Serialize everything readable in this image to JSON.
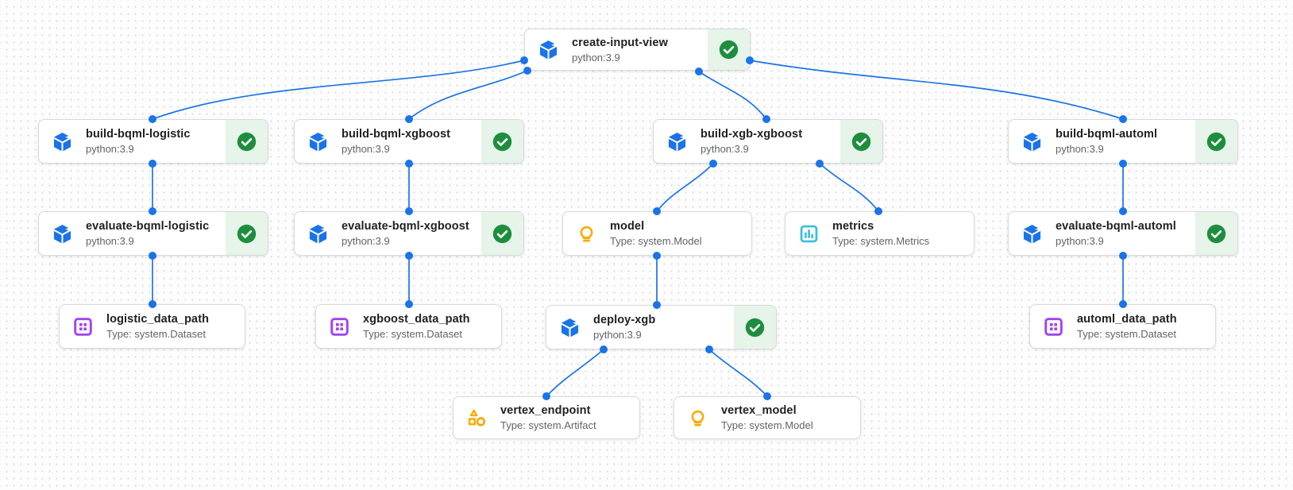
{
  "diagram": {
    "nodes": [
      {
        "id": "create-input-view",
        "kind": "execution",
        "title": "create-input-view",
        "subtitle": "python:3.9",
        "icon": "cube-icon",
        "status": "succeeded"
      },
      {
        "id": "build-bqml-logistic",
        "kind": "execution",
        "title": "build-bqml-logistic",
        "subtitle": "python:3.9",
        "icon": "cube-icon",
        "status": "succeeded"
      },
      {
        "id": "build-bqml-xgboost",
        "kind": "execution",
        "title": "build-bqml-xgboost",
        "subtitle": "python:3.9",
        "icon": "cube-icon",
        "status": "succeeded"
      },
      {
        "id": "build-xgb-xgboost",
        "kind": "execution",
        "title": "build-xgb-xgboost",
        "subtitle": "python:3.9",
        "icon": "cube-icon",
        "status": "succeeded"
      },
      {
        "id": "build-bqml-automl",
        "kind": "execution",
        "title": "build-bqml-automl",
        "subtitle": "python:3.9",
        "icon": "cube-icon",
        "status": "succeeded"
      },
      {
        "id": "evaluate-bqml-logistic",
        "kind": "execution",
        "title": "evaluate-bqml-logistic",
        "subtitle": "python:3.9",
        "icon": "cube-icon",
        "status": "succeeded"
      },
      {
        "id": "evaluate-bqml-xgboost",
        "kind": "execution",
        "title": "evaluate-bqml-xgboost",
        "subtitle": "python:3.9",
        "icon": "cube-icon",
        "status": "succeeded"
      },
      {
        "id": "model",
        "kind": "artifact",
        "title": "model",
        "subtitle": "Type: system.Model",
        "icon": "model-icon"
      },
      {
        "id": "metrics",
        "kind": "artifact",
        "title": "metrics",
        "subtitle": "Type: system.Metrics",
        "icon": "metrics-icon"
      },
      {
        "id": "evaluate-bqml-automl",
        "kind": "execution",
        "title": "evaluate-bqml-automl",
        "subtitle": "python:3.9",
        "icon": "cube-icon",
        "status": "succeeded"
      },
      {
        "id": "logistic_data_path",
        "kind": "artifact",
        "title": "logistic_data_path",
        "subtitle": "Type: system.Dataset",
        "icon": "dataset-icon"
      },
      {
        "id": "xgboost_data_path",
        "kind": "artifact",
        "title": "xgboost_data_path",
        "subtitle": "Type: system.Dataset",
        "icon": "dataset-icon"
      },
      {
        "id": "deploy-xgb",
        "kind": "execution",
        "title": "deploy-xgb",
        "subtitle": "python:3.9",
        "icon": "cube-icon",
        "status": "succeeded"
      },
      {
        "id": "automl_data_path",
        "kind": "artifact",
        "title": "automl_data_path",
        "subtitle": "Type: system.Dataset",
        "icon": "dataset-icon"
      },
      {
        "id": "vertex_endpoint",
        "kind": "artifact",
        "title": "vertex_endpoint",
        "subtitle": "Type: system.Artifact",
        "icon": "artifact-icon"
      },
      {
        "id": "vertex_model",
        "kind": "artifact",
        "title": "vertex_model",
        "subtitle": "Type: system.Model",
        "icon": "model-icon"
      }
    ],
    "edges": [
      {
        "from": "create-input-view",
        "to": "build-bqml-logistic"
      },
      {
        "from": "create-input-view",
        "to": "build-bqml-xgboost"
      },
      {
        "from": "create-input-view",
        "to": "build-xgb-xgboost"
      },
      {
        "from": "create-input-view",
        "to": "build-bqml-automl"
      },
      {
        "from": "build-bqml-logistic",
        "to": "evaluate-bqml-logistic"
      },
      {
        "from": "evaluate-bqml-logistic",
        "to": "logistic_data_path"
      },
      {
        "from": "build-bqml-xgboost",
        "to": "evaluate-bqml-xgboost"
      },
      {
        "from": "evaluate-bqml-xgboost",
        "to": "xgboost_data_path"
      },
      {
        "from": "build-xgb-xgboost",
        "to": "model"
      },
      {
        "from": "build-xgb-xgboost",
        "to": "metrics"
      },
      {
        "from": "model",
        "to": "deploy-xgb"
      },
      {
        "from": "deploy-xgb",
        "to": "vertex_endpoint"
      },
      {
        "from": "deploy-xgb",
        "to": "vertex_model"
      },
      {
        "from": "build-bqml-automl",
        "to": "evaluate-bqml-automl"
      },
      {
        "from": "evaluate-bqml-automl",
        "to": "automl_data_path"
      }
    ],
    "colors": {
      "edge_blue": "#1a73e8",
      "execution_icon_blue": "#1a73e8",
      "success_panel_bg": "#e6f4ea",
      "success_check_green": "#1e8e3e",
      "dataset_purple": "#a142f4",
      "model_yellow": "#f9ab00",
      "metrics_cyan": "#35c0da",
      "artifact_orange": "#f9ab00",
      "card_bg": "#ffffff",
      "card_border": "#d8dadd",
      "title_text": "#202124",
      "subtitle_text": "#5f6368",
      "canvas_bg": "#fdfdfe",
      "canvas_dot": "#e1e2e5"
    },
    "status_icon": "check-circle-icon"
  }
}
